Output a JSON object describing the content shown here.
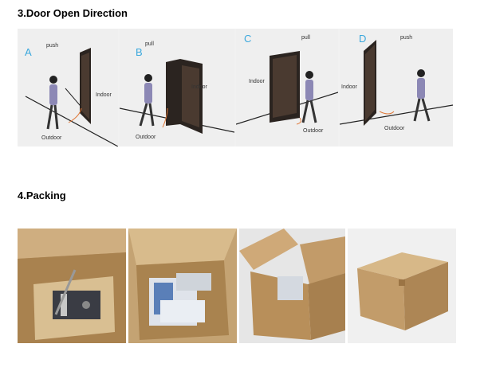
{
  "sections": {
    "door_direction": {
      "title": "3.Door Open Direction",
      "panels": [
        {
          "letter": "A",
          "action": "push",
          "inside": "Indoor",
          "outside": "Outdoor"
        },
        {
          "letter": "B",
          "action": "pull",
          "inside": "Indoor",
          "outside": "Outdoor"
        },
        {
          "letter": "C",
          "action": "pull",
          "inside": "Indoor",
          "outside": "Outdoor"
        },
        {
          "letter": "D",
          "action": "push",
          "inside": "Indoor",
          "outside": "Outdoor"
        }
      ]
    },
    "packing": {
      "title": "4.Packing"
    }
  },
  "colors": {
    "letter_accent": "#3ba8dd",
    "cardboard": "#c9a878",
    "door_dark": "#3e2f28",
    "arc": "#e07a3a"
  }
}
